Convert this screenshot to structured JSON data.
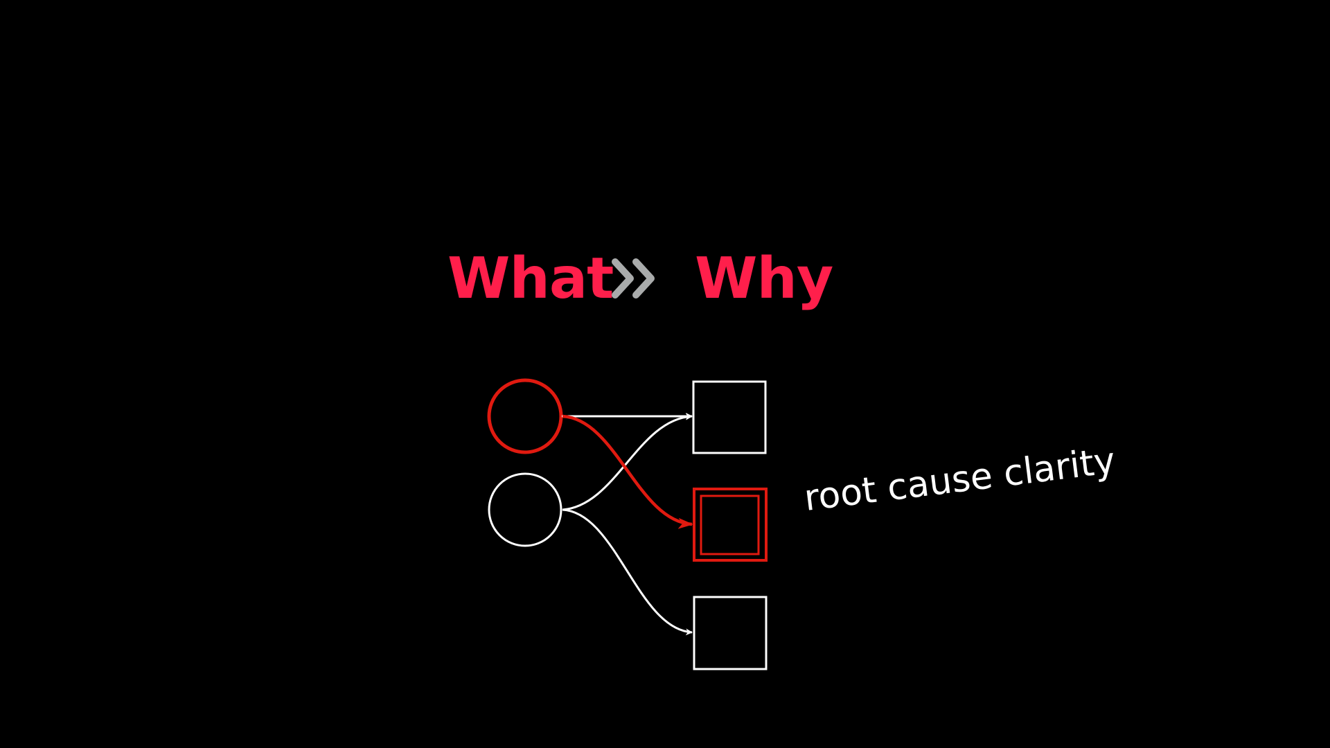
{
  "header": {
    "left": "What",
    "separator_icon": "double-chevron-right-icon",
    "right": "Why"
  },
  "annotation": "root cause clarity",
  "colors": {
    "accent": "#ff1f4b",
    "highlight": "#e01a10",
    "line": "#ffffff",
    "chevron": "#a9abab",
    "background": "#000000"
  }
}
